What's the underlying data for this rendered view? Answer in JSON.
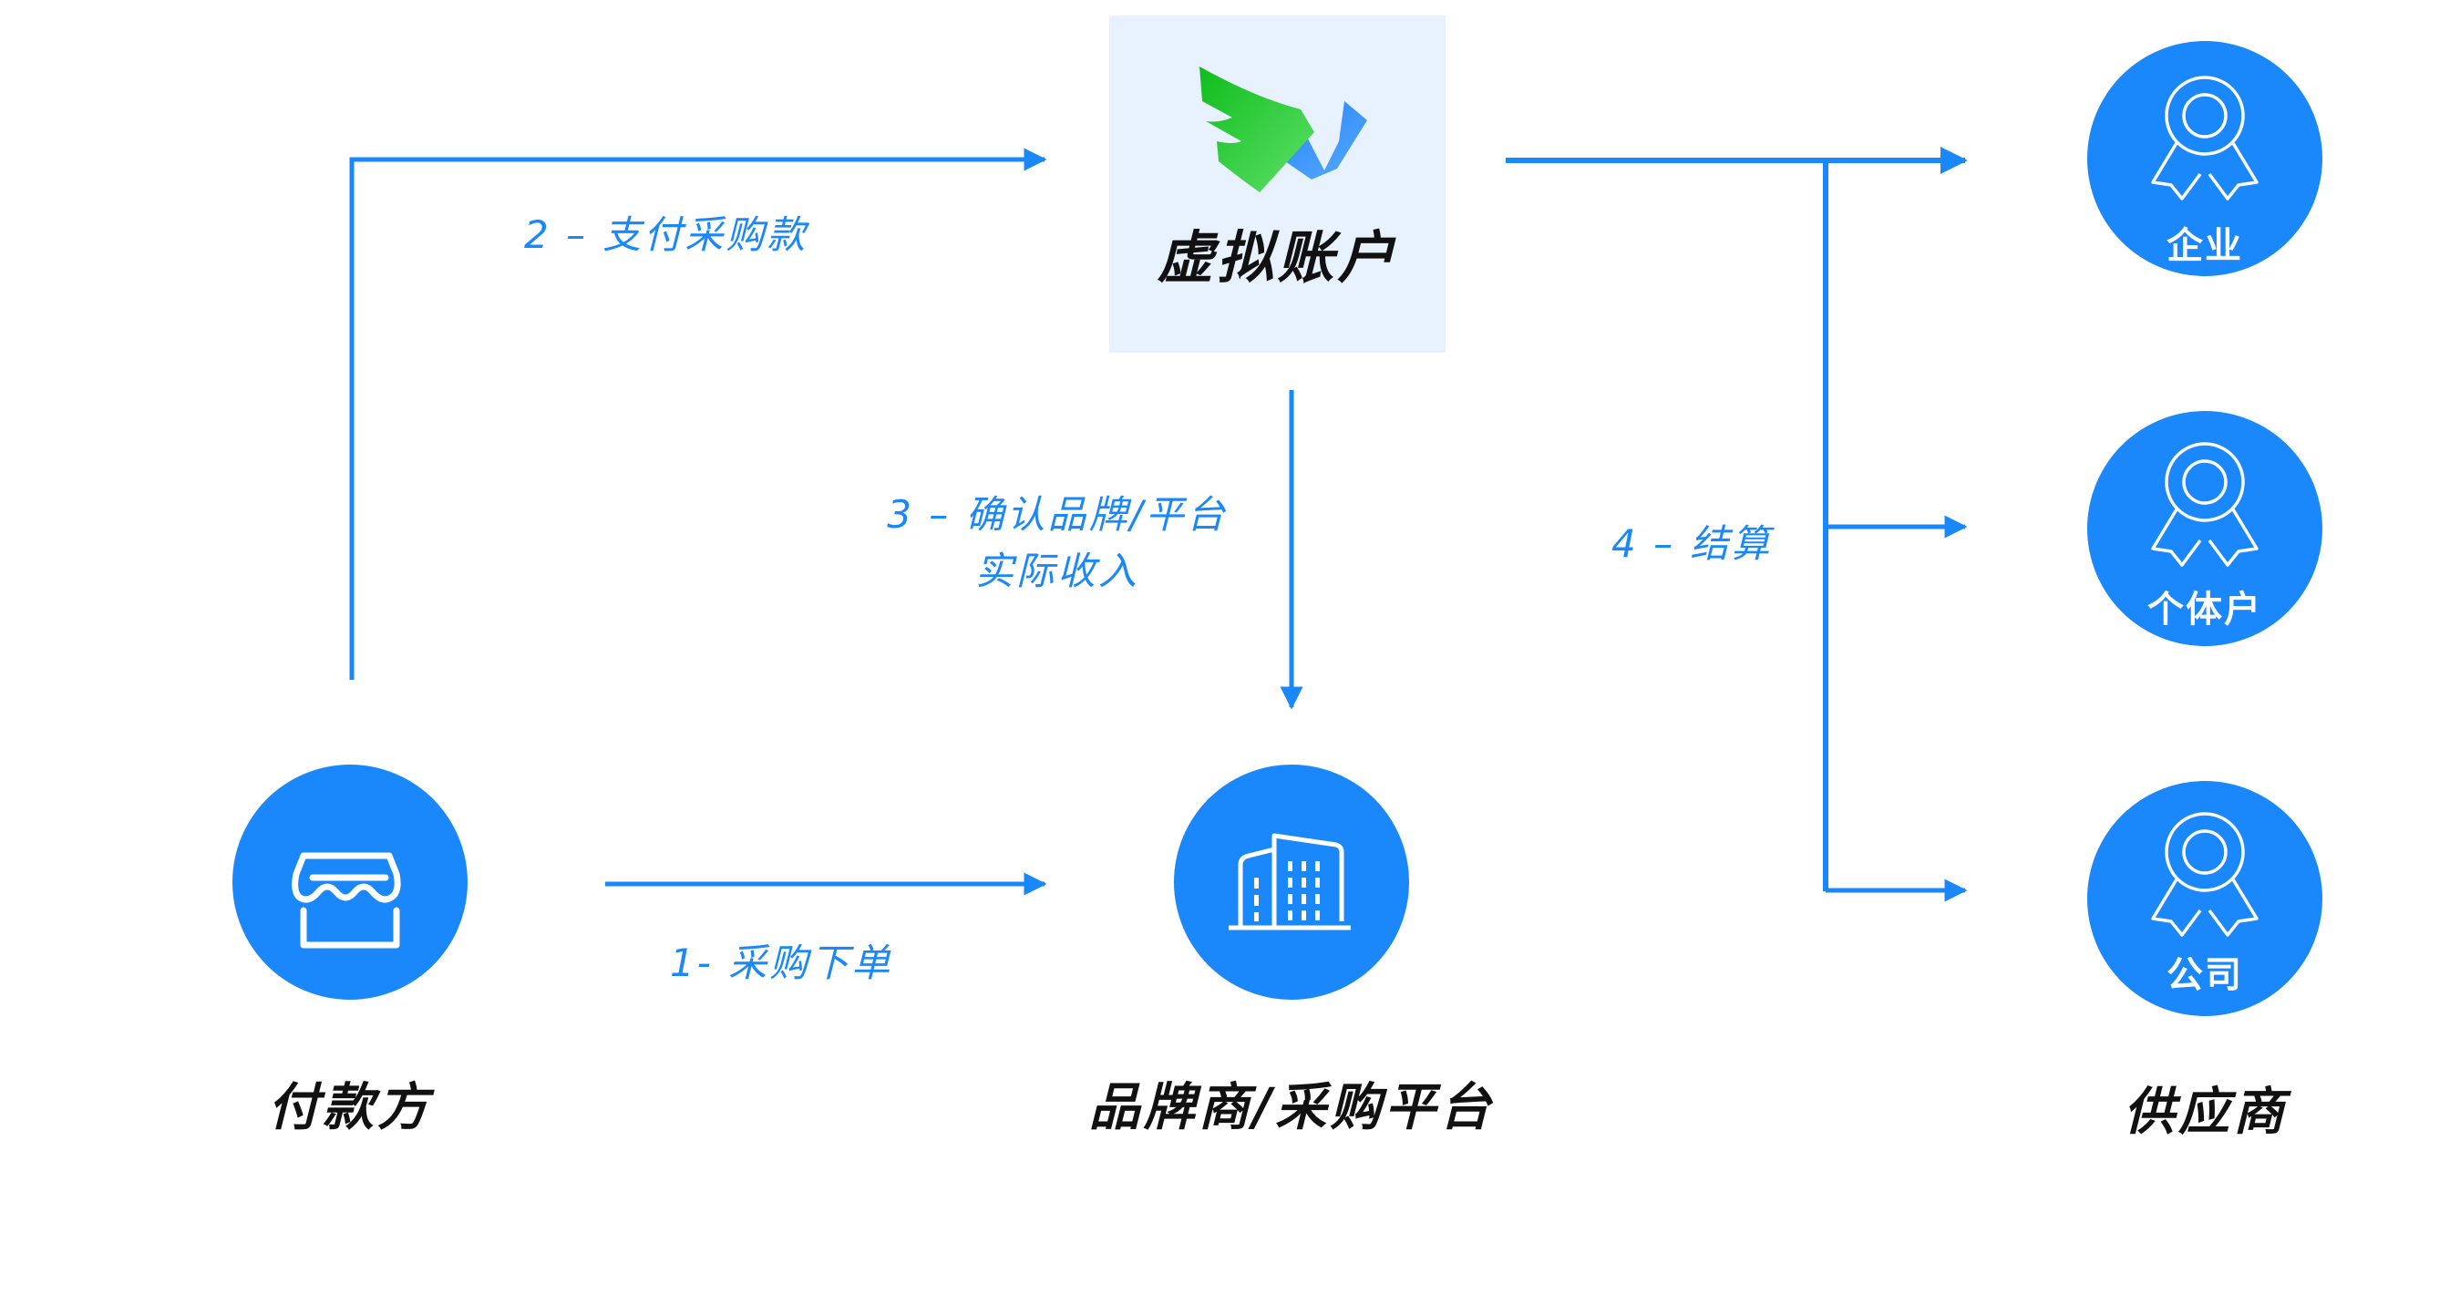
{
  "colors": {
    "primary": "#1a88fb",
    "box_background": "#e8f2fe",
    "logo_green": "#2ecc40",
    "logo_blue": "#2b8cff",
    "text_dark": "#111111"
  },
  "virtual_account": {
    "icon": "wing-logo-icon",
    "title": "虚拟账户"
  },
  "nodes": {
    "payer": {
      "label": "付款方",
      "icon": "storefront-icon"
    },
    "brand": {
      "label": "品牌商/采购平台",
      "icon": "buildings-icon"
    },
    "supplier": {
      "label": "供应商",
      "types": [
        {
          "label": "企业",
          "icon": "award-ribbon-icon"
        },
        {
          "label": "个体户",
          "icon": "award-ribbon-icon"
        },
        {
          "label": "公司",
          "icon": "award-ribbon-icon"
        }
      ]
    }
  },
  "steps": {
    "step1": "1- 采购下单",
    "step2": "2 – 支付采购款",
    "step3_line1": "3 – 确认品牌/平台",
    "step3_line2": "实际收入",
    "step4": "4 – 结算"
  }
}
